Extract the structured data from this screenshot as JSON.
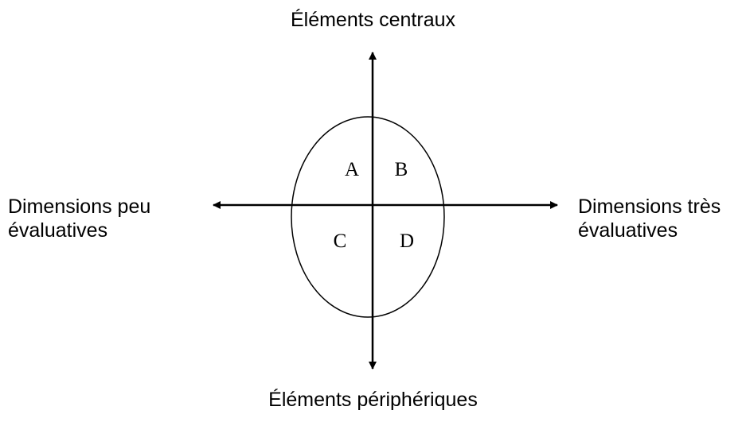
{
  "diagram": {
    "top_label": "Éléments centraux",
    "bottom_label": "Éléments périphériques",
    "left_label": [
      "Dimensions peu",
      "évaluatives"
    ],
    "right_label": [
      "Dimensions très",
      "évaluatives"
    ],
    "quadrants": {
      "a": "A",
      "b": "B",
      "c": "C",
      "d": "D"
    },
    "colors": {
      "stroke": "#000000",
      "background": "#ffffff"
    }
  }
}
